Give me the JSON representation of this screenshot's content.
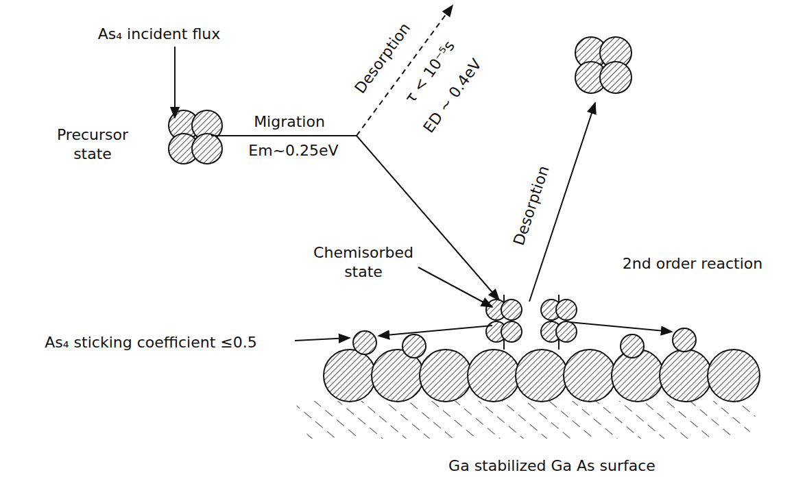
{
  "diagram": {
    "labels": [
      "As₄ incident flux",
      "Precursor state",
      "Migration",
      "Em~0.25eV",
      "Desorption",
      "τ < 10⁻⁵s",
      "ED ~ 0.4eV",
      "Desorption",
      "Chemisorbed state",
      "2nd order reaction",
      "As₄ sticking coefficient ≤0.5",
      "Ga stabilized Ga As surface"
    ]
  }
}
